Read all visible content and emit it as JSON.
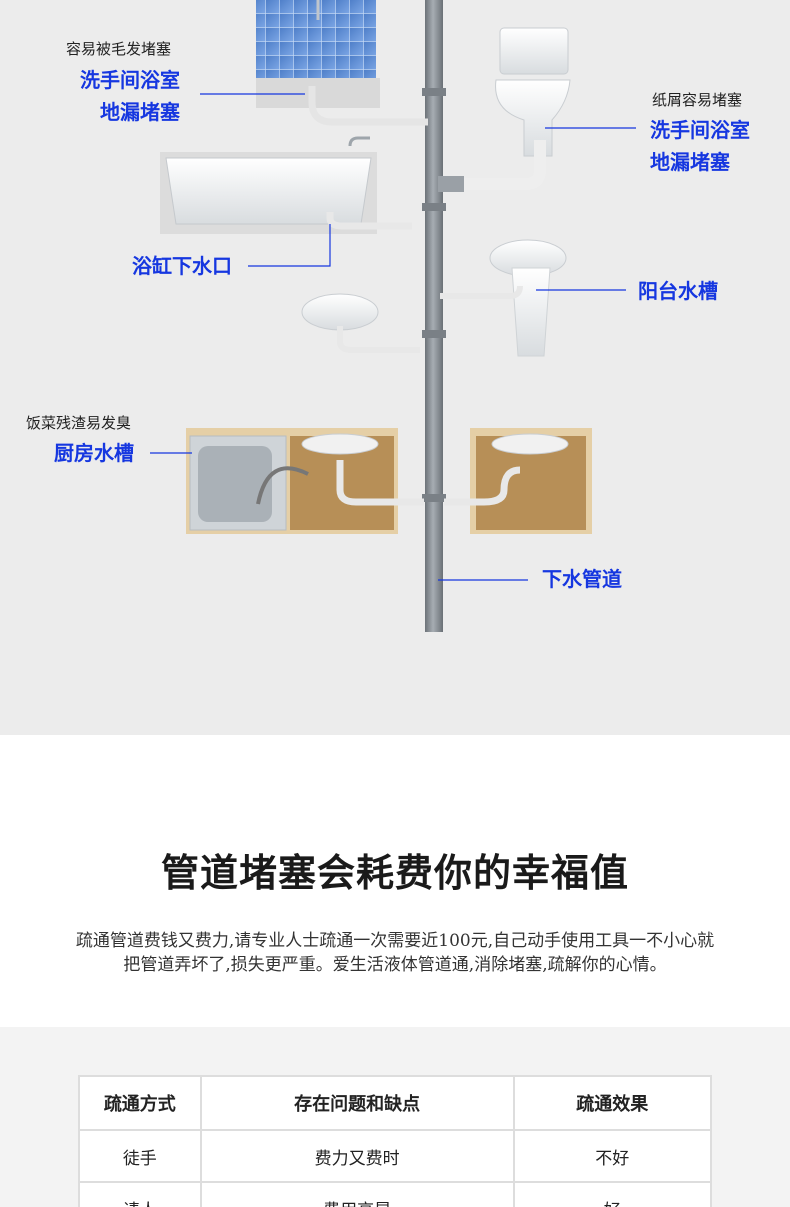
{
  "diagram": {
    "labels": {
      "washroom_left_note": "容易被毛发堵塞",
      "washroom_left_line1": "洗手间浴室",
      "washroom_left_line2": "地漏堵塞",
      "toilet_note": "纸屑容易堵塞",
      "toilet_line1": "洗手间浴室",
      "toilet_line2": "地漏堵塞",
      "bathtub": "浴缸下水口",
      "balcony": "阳台水槽",
      "kitchen_note": "饭菜残渣易发臭",
      "kitchen": "厨房水槽",
      "drainpipe": "下水管道"
    }
  },
  "section": {
    "title": "管道堵塞会耗费你的幸福值",
    "description": "疏通管道费钱又费力,请专业人士疏通一次需要近100元,自己动手使用工具一不小心就把管道弄坏了,损失更严重。爱生活液体管道通,消除堵塞,疏解你的心情。"
  },
  "table": {
    "headers": [
      "疏通方式",
      "存在问题和缺点",
      "疏通效果"
    ],
    "rows": [
      [
        "徒手",
        "费力又费时",
        "不好"
      ],
      [
        "请人",
        "费用高昂",
        "好"
      ]
    ]
  },
  "colors": {
    "accent_blue": "#1637e0",
    "diagram_bg": "#ececec",
    "pipe": "#8a9096"
  }
}
